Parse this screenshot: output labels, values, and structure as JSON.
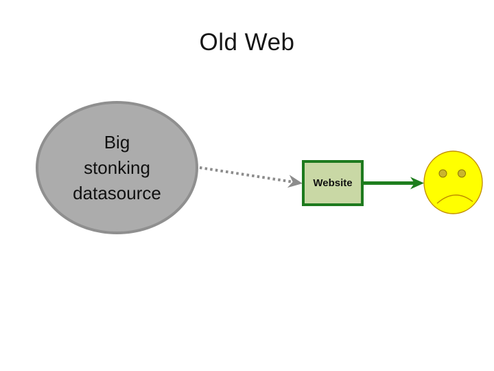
{
  "slide": {
    "title": "Old Web",
    "background_color": "#ffffff"
  },
  "datasource": {
    "full_label": "Big stonking datasource",
    "lines": [
      "Big",
      "stonking",
      "datasource"
    ],
    "fill_color": "#acacac",
    "border_color": "#8f8f8f",
    "text_color": "#111111"
  },
  "website": {
    "label": "Website",
    "fill_color": "#c9d8a5",
    "border_color": "#1e7a1e",
    "text_color": "#111111"
  },
  "connectors": {
    "dashed": {
      "style": "dashed",
      "color": "#8c8c8c",
      "from": "datasource-ellipse",
      "to": "website-box"
    },
    "solid": {
      "style": "solid",
      "color": "#1e7e1e",
      "from": "website-box",
      "to": "sad-face"
    }
  },
  "sad_face": {
    "expression": "sad",
    "fill_color": "#ffff00",
    "outline_color": "#c39100",
    "eye_color": "#c9b52f"
  }
}
